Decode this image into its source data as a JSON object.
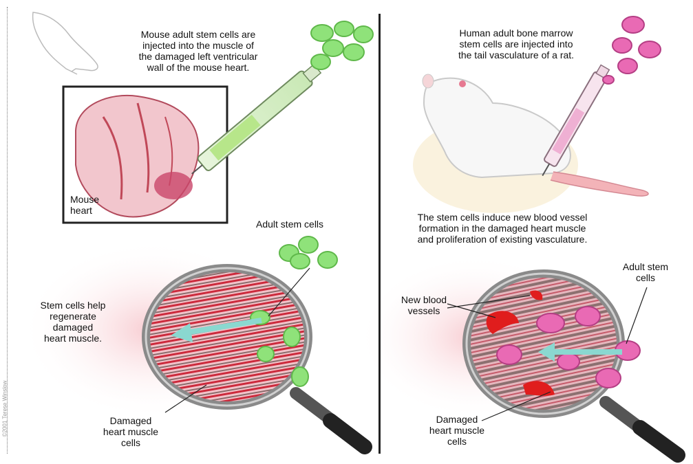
{
  "left_panel": {
    "top_caption": "Mouse adult stem cells are\ninjected into the muscle of\nthe damaged left ventricular\nwall of the mouse heart.",
    "heart_label": "Mouse\nheart",
    "cells_label": "Adult stem cells",
    "regenerate_label": "Stem cells help\nregenerate\ndamaged\nheart muscle.",
    "damaged_label": "Damaged\nheart muscle\ncells"
  },
  "right_panel": {
    "top_caption": "Human adult bone marrow\nstem cells are injected into\nthe tail vasculature of a rat.",
    "middle_caption": "The stem cells induce new blood vessel\nformation in the damaged heart muscle\nand proliferation of existing vasculature.",
    "new_vessels_label": "New blood\nvessels",
    "cells_label": "Adult stem\ncells",
    "damaged_label": "Damaged\nheart muscle\ncells"
  },
  "credit": "©2001 Terese Winslow",
  "colors": {
    "stem_cell_green": "#8fe27a",
    "stem_cell_pink": "#e96ab4",
    "muscle_red": "#cc2a3c",
    "vessel_red": "#e01d1d",
    "arrow_cyan": "#8ad8d0",
    "lens_rim": "#8a8a8a",
    "divider": "#222222"
  }
}
